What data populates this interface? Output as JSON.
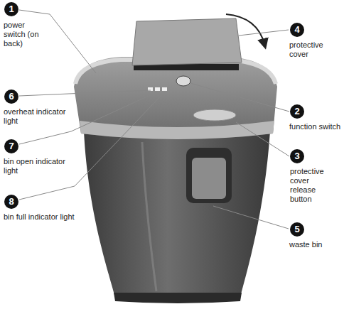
{
  "diagram": {
    "labels": [
      "1",
      "power switch (on back)",
      "6",
      "overheat indicator light",
      "7",
      "bin open indicator light",
      "8",
      "bin full indicator light",
      "4",
      "protective cover",
      "2",
      "function switch",
      "3",
      "protective cover release button",
      "5",
      "waste bin"
    ]
  }
}
